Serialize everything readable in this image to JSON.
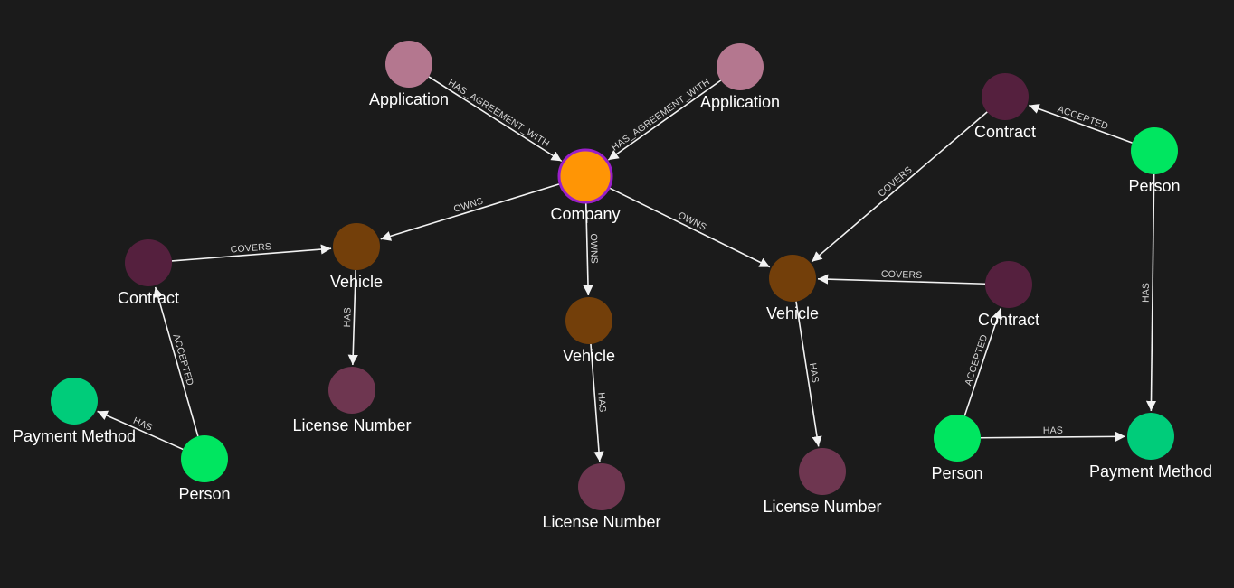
{
  "graph": {
    "categories": {
      "Application": {
        "color": "#b4778f"
      },
      "Company": {
        "color": "#ff9505",
        "border": "#9a1fc9"
      },
      "Vehicle": {
        "color": "#733f0a"
      },
      "Contract": {
        "color": "#55203e"
      },
      "License Number": {
        "color": "#6e3650"
      },
      "Person": {
        "color": "#00e660"
      },
      "Payment Method": {
        "color": "#00cc7a"
      }
    },
    "nodes": [
      {
        "id": "app1",
        "label": "Application",
        "category": "Application"
      },
      {
        "id": "app2",
        "label": "Application",
        "category": "Application"
      },
      {
        "id": "company",
        "label": "Company",
        "category": "Company",
        "selected": true
      },
      {
        "id": "vehL",
        "label": "Vehicle",
        "category": "Vehicle"
      },
      {
        "id": "vehC",
        "label": "Vehicle",
        "category": "Vehicle"
      },
      {
        "id": "vehR",
        "label": "Vehicle",
        "category": "Vehicle"
      },
      {
        "id": "conL",
        "label": "Contract",
        "category": "Contract"
      },
      {
        "id": "conTR",
        "label": "Contract",
        "category": "Contract"
      },
      {
        "id": "conR",
        "label": "Contract",
        "category": "Contract"
      },
      {
        "id": "licL",
        "label": "License Number",
        "category": "License Number"
      },
      {
        "id": "licC",
        "label": "License Number",
        "category": "License Number"
      },
      {
        "id": "licR",
        "label": "License Number",
        "category": "License Number"
      },
      {
        "id": "perL",
        "label": "Person",
        "category": "Person"
      },
      {
        "id": "perTR",
        "label": "Person",
        "category": "Person"
      },
      {
        "id": "perBR",
        "label": "Person",
        "category": "Person"
      },
      {
        "id": "payL",
        "label": "Payment Method",
        "category": "Payment Method"
      },
      {
        "id": "payR",
        "label": "Payment Method",
        "category": "Payment Method"
      }
    ],
    "edges": [
      {
        "from": "app1",
        "to": "company",
        "label": "HAS_AGREEMENT_WITH"
      },
      {
        "from": "app2",
        "to": "company",
        "label": "HAS_AGREEMENT_WITH"
      },
      {
        "from": "company",
        "to": "vehL",
        "label": "OWNS"
      },
      {
        "from": "company",
        "to": "vehC",
        "label": "OWNS"
      },
      {
        "from": "company",
        "to": "vehR",
        "label": "OWNS"
      },
      {
        "from": "conL",
        "to": "vehL",
        "label": "COVERS"
      },
      {
        "from": "vehL",
        "to": "licL",
        "label": "HAS"
      },
      {
        "from": "vehC",
        "to": "licC",
        "label": "HAS"
      },
      {
        "from": "vehR",
        "to": "licR",
        "label": "HAS"
      },
      {
        "from": "conTR",
        "to": "vehR",
        "label": "COVERS"
      },
      {
        "from": "conR",
        "to": "vehR",
        "label": "COVERS"
      },
      {
        "from": "perL",
        "to": "conL",
        "label": "ACCEPTED"
      },
      {
        "from": "perL",
        "to": "payL",
        "label": "HAS"
      },
      {
        "from": "perTR",
        "to": "conTR",
        "label": "ACCEPTED"
      },
      {
        "from": "perTR",
        "to": "payR",
        "label": "HAS"
      },
      {
        "from": "perBR",
        "to": "conR",
        "label": "ACCEPTED"
      },
      {
        "from": "perBR",
        "to": "payR",
        "label": "HAS"
      }
    ]
  }
}
